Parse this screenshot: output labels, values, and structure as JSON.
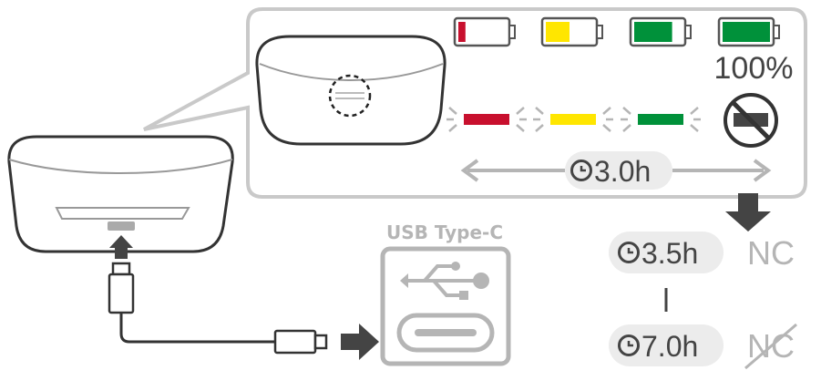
{
  "battery_levels": [
    {
      "name": "low",
      "color": "#c8102e",
      "fill": 0.15
    },
    {
      "name": "medium",
      "color": "#ffe600",
      "fill": 0.5
    },
    {
      "name": "high",
      "color": "#00913a",
      "fill": 0.8
    },
    {
      "name": "full",
      "color": "#00913a",
      "fill": 1.0
    }
  ],
  "full_label": "100%",
  "led_colors": [
    "#c8102e",
    "#ffe600",
    "#00913a"
  ],
  "charge_time": "3.0h",
  "usb_label": "USB Type-C",
  "playback": {
    "nc_on_time": "3.5h",
    "nc_on_label": "NC",
    "nc_off_time": "7.0h",
    "nc_off_label": "NC"
  },
  "icons": [
    "clock-icon",
    "usb-symbol-icon",
    "usb-c-port-icon",
    "no-led-icon"
  ]
}
